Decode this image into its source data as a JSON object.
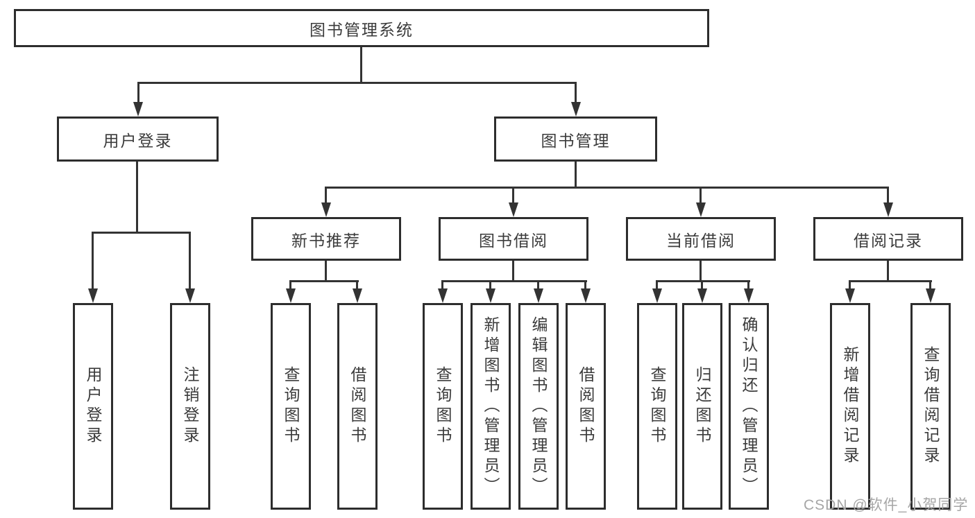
{
  "diagram": {
    "root": {
      "label": "图书管理系统"
    },
    "level2": [
      {
        "label": "用户登录"
      },
      {
        "label": "图书管理"
      }
    ],
    "level3": [
      {
        "label": "新书推荐"
      },
      {
        "label": "图书借阅"
      },
      {
        "label": "当前借阅"
      },
      {
        "label": "借阅记录"
      }
    ],
    "leaves": [
      {
        "label": "用户登录"
      },
      {
        "label": "注销登录"
      },
      {
        "label": "查询图书"
      },
      {
        "label": "借阅图书"
      },
      {
        "label": "查询图书"
      },
      {
        "label": "新增图书（管理员）"
      },
      {
        "label": "编辑图书（管理员）"
      },
      {
        "label": "借阅图书"
      },
      {
        "label": "查询图书"
      },
      {
        "label": "归还图书"
      },
      {
        "label": "确认归还（管理员）"
      },
      {
        "label": "新增借阅记录"
      },
      {
        "label": "查询借阅记录"
      }
    ]
  },
  "watermark": {
    "text": "CSDN @软件_小贺同学"
  },
  "colors": {
    "line": "#333333",
    "border": "#2d2d2d",
    "text": "#3b3b3b",
    "watermark": "#a6a6a6",
    "background": "#ffffff"
  }
}
